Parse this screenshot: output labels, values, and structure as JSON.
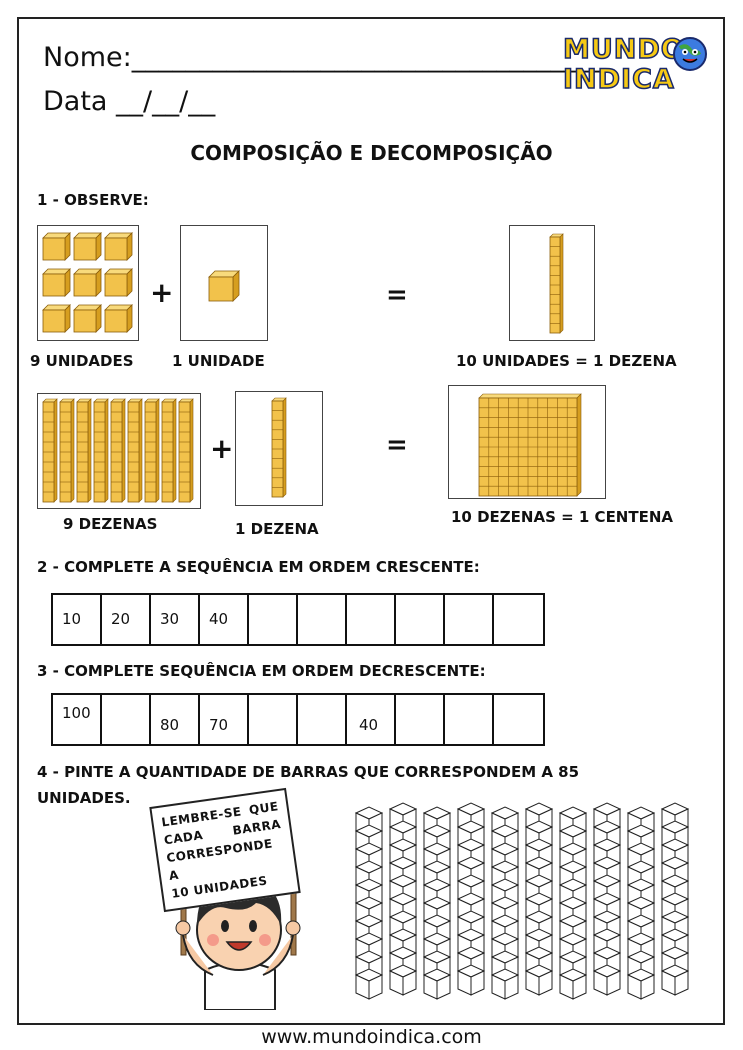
{
  "header": {
    "name_label": "Nome:___________________________________",
    "date_label": "Data __/__/__",
    "title": "COMPOSIÇÃO E DECOMPOSIÇÃO",
    "logo_line1": "MUNDO",
    "logo_line2": "INDICA"
  },
  "q1": {
    "heading": "1 - OBSERVE:",
    "row1": {
      "left": "9 UNIDADES",
      "middle": "1 UNIDADE",
      "result": "10 UNIDADES = 1 DEZENA",
      "plus": "+",
      "equals": "="
    },
    "row2": {
      "left": "9 DEZENAS",
      "middle": "1 DEZENA",
      "result": "10 DEZENAS = 1 CENTENA",
      "plus": "+",
      "equals": "="
    }
  },
  "q2": {
    "heading": "2 - COMPLETE A SEQUÊNCIA EM ORDEM CRESCENTE:",
    "cells": [
      "10",
      "20",
      "30",
      "40",
      "",
      "",
      "",
      "",
      "",
      ""
    ]
  },
  "q3": {
    "heading": "3 - COMPLETE SEQUÊNCIA EM ORDEM DECRESCENTE:",
    "cells": [
      "100",
      "",
      "80",
      "70",
      "",
      "",
      "40",
      "",
      "",
      ""
    ]
  },
  "q4": {
    "heading_line1": "4 - PINTE A QUANTIDADE DE BARRAS QUE CORRESPONDEM A 85",
    "heading_line2": "UNIDADES.",
    "sign_lines": [
      "LEMBRE-SE QUE",
      "CADA BARRA",
      "CORRESPONDE A",
      "10 UNIDADES"
    ],
    "bar_count": 10,
    "cubes_per_bar": 10
  },
  "footer": {
    "url": "www.mundoindica.com"
  },
  "colors": {
    "cube_fill": "#f2c24b",
    "cube_top": "#f8da7c",
    "cube_side": "#d69e1f",
    "cube_stroke": "#8a5d0a"
  }
}
